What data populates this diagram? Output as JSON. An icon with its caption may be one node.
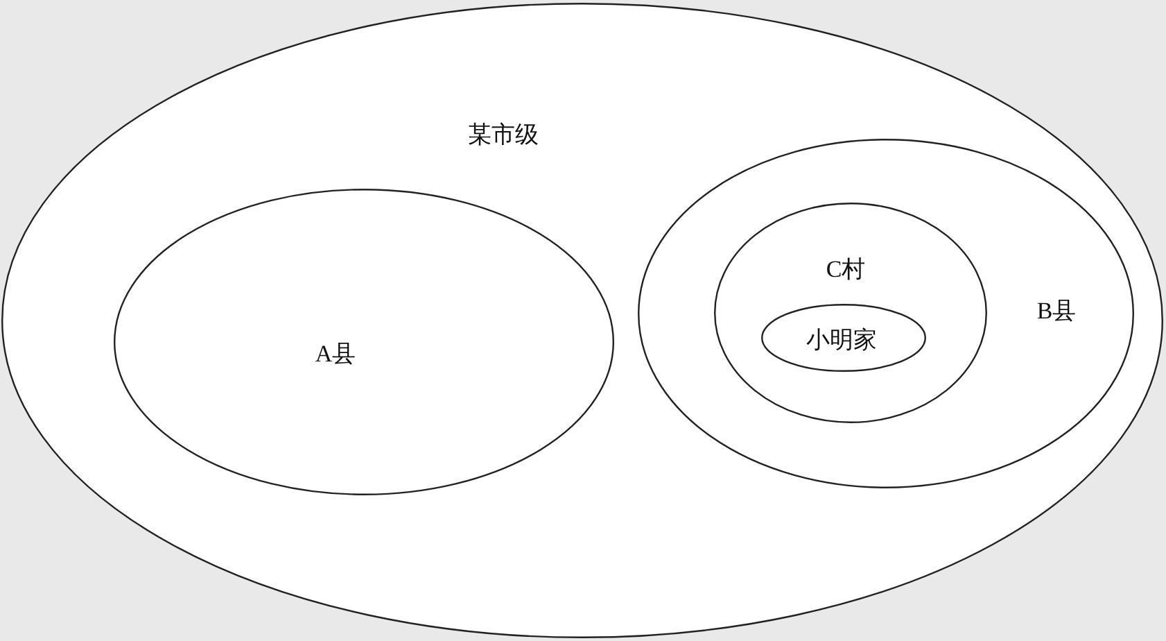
{
  "diagram": {
    "nodes": [
      {
        "text": [
          "某市级"
        ]
      },
      {
        "text": [
          "A县"
        ],
        "in": 0
      },
      {
        "text": [
          "B县"
        ],
        "in": 0
      },
      {
        "text": [
          "C村"
        ],
        "in": 2
      },
      {
        "text": [
          "小明家"
        ],
        "in": 3
      }
    ]
  }
}
